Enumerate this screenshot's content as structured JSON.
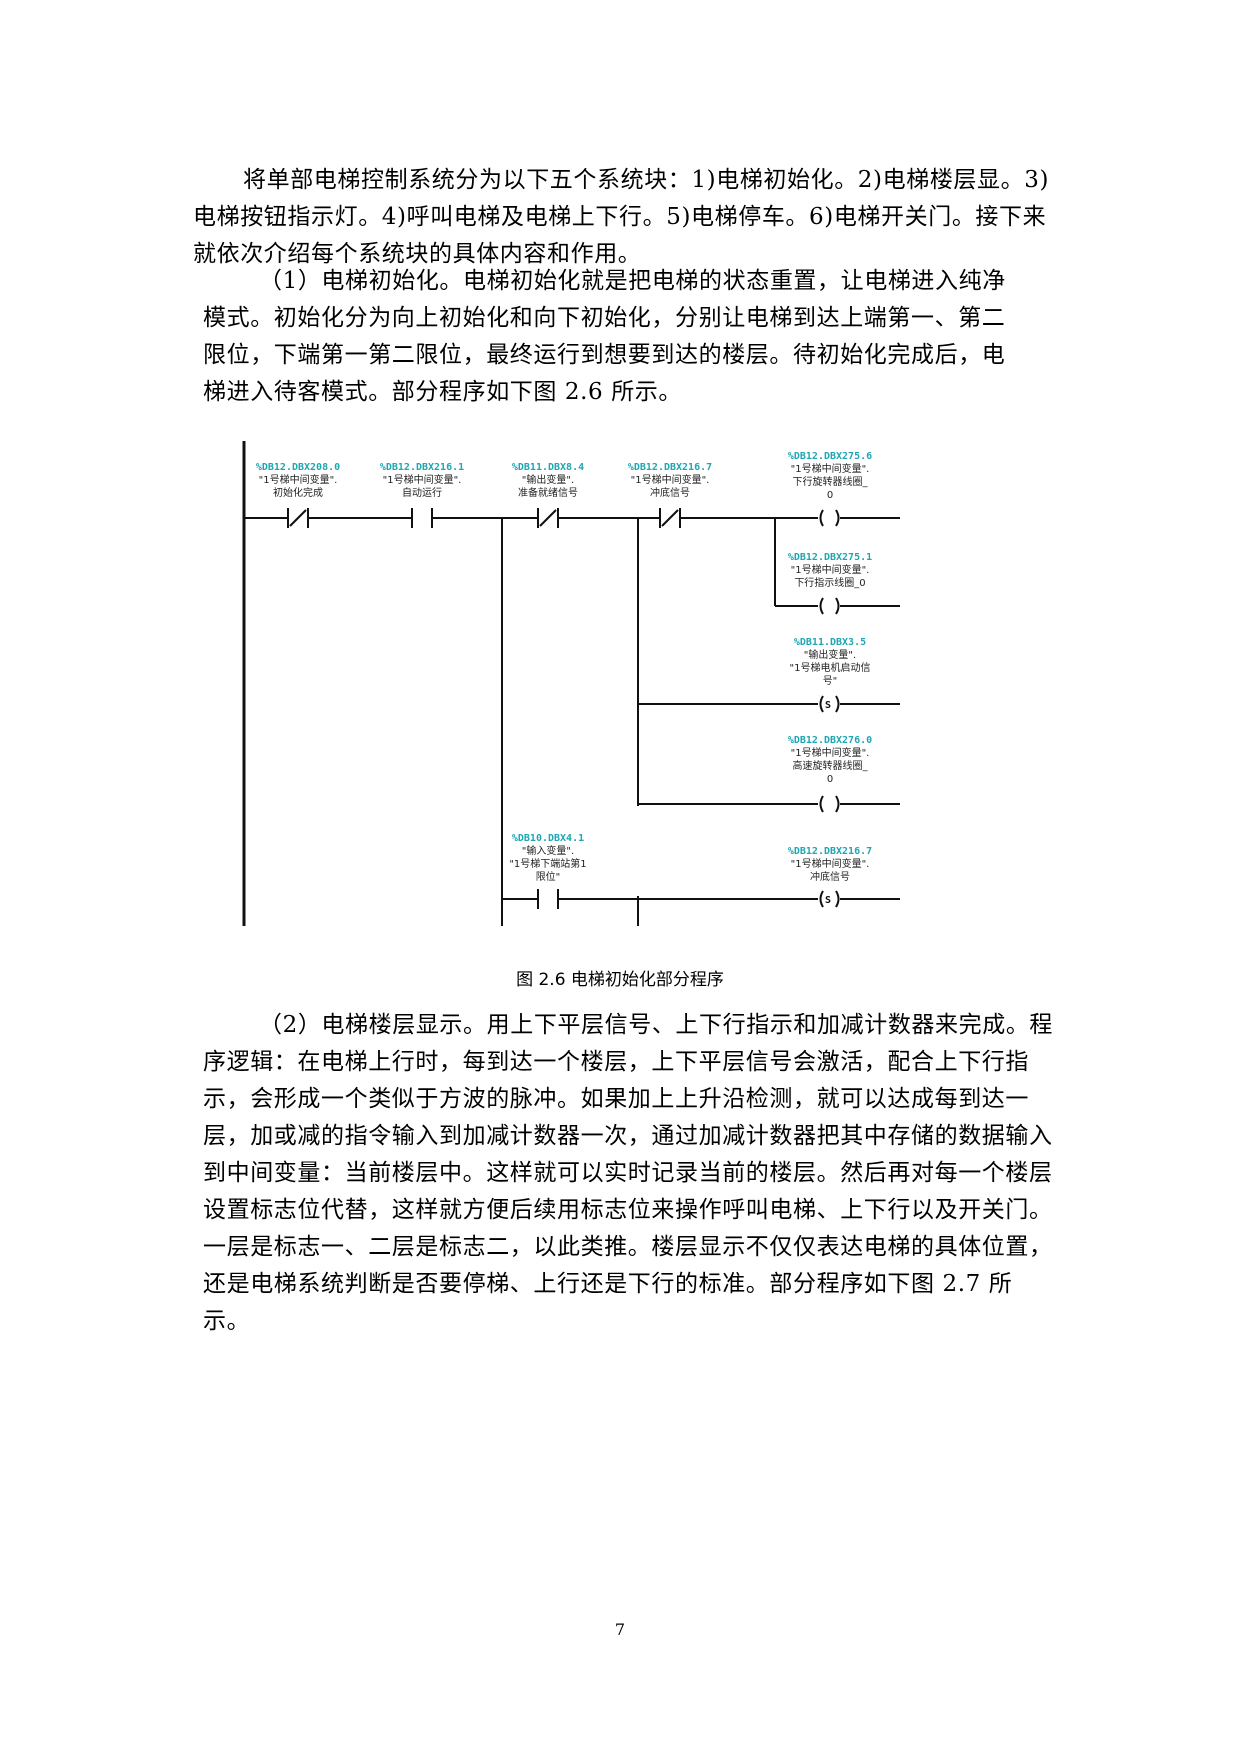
{
  "paragraphs": {
    "intro": "将单部电梯控制系统分为以下五个系统块：1)电梯初始化。2)电梯楼层显。3)电梯按钮指示灯。4)呼叫电梯及电梯上下行。5)电梯停车。6)电梯开关门。接下来就依次介绍每个系统块的具体内容和作用。",
    "init": "（1）电梯初始化。电梯初始化就是把电梯的状态重置，让电梯进入纯净模式。初始化分为向上初始化和向下初始化，分别让电梯到达上端第一、第二限位，下端第一第二限位，最终运行到想要到达的楼层。待初始化完成后，电梯进入待客模式。部分程序如下图 2.6 所示。",
    "floor_display": "（2）电梯楼层显示。用上下平层信号、上下行指示和加减计数器来完成。程序逻辑：在电梯上行时，每到达一个楼层，上下平层信号会激活，配合上下行指示，会形成一个类似于方波的脉冲。如果加上上升沿检测，就可以达成每到达一层，加或减的指令输入到加减计数器一次，通过加减计数器把其中存储的数据输入到中间变量：当前楼层中。这样就可以实时记录当前的楼层。然后再对每一个楼层设置标志位代替，这样就方便后续用标志位来操作呼叫电梯、上下行以及开关门。一层是标志一、二层是标志二，以此类推。楼层显示不仅仅表达电梯的具体位置，还是电梯系统判断是否要停梯、上行还是下行的标准。部分程序如下图 2.7 所示。"
  },
  "figure": {
    "caption": "图  2.6 电梯初始化部分程序",
    "contacts": [
      {
        "addr": "%DB12.DBX208.0",
        "line1": "\"1号梯中间变量\".",
        "line2": "初始化完成"
      },
      {
        "addr": "%DB12.DBX216.1",
        "line1": "\"1号梯中间变量\".",
        "line2": "自动运行"
      },
      {
        "addr": "%DB11.DBX8.4",
        "line1": "\"输出变量\".",
        "line2": "准备就绪信号"
      },
      {
        "addr": "%DB12.DBX216.7",
        "line1": "\"1号梯中间变量\".",
        "line2": "冲底信号"
      }
    ],
    "coils": [
      {
        "addr": "%DB12.DBX275.6",
        "line1": "\"1号梯中间变量\".",
        "line2": "下行旋转器线圈_",
        "line3": "0",
        "symbol": "( )"
      },
      {
        "addr": "%DB12.DBX275.1",
        "line1": "\"1号梯中间变量\".",
        "line2": "下行指示线圈_0",
        "line3": "",
        "symbol": "( )"
      },
      {
        "addr": "%DB11.DBX3.5",
        "line1": "\"输出变量\".",
        "line2": "\"1号梯电机启动信",
        "line3": "号\"",
        "symbol": "(S)"
      },
      {
        "addr": "%DB12.DBX276.0",
        "line1": "\"1号梯中间变量\".",
        "line2": "高速旋转器线圈_",
        "line3": "0",
        "symbol": "( )"
      }
    ],
    "second_contact": {
      "addr": "%DB10.DBX4.1",
      "line1": "\"输入变量\".",
      "line2": "\"1号梯下端站第1",
      "line3": "限位\""
    },
    "second_coil": {
      "addr": "%DB12.DBX216.7",
      "line1": "\"1号梯中间变量\".",
      "line2": "冲底信号",
      "symbol": "(S)"
    }
  },
  "page_number": "7"
}
